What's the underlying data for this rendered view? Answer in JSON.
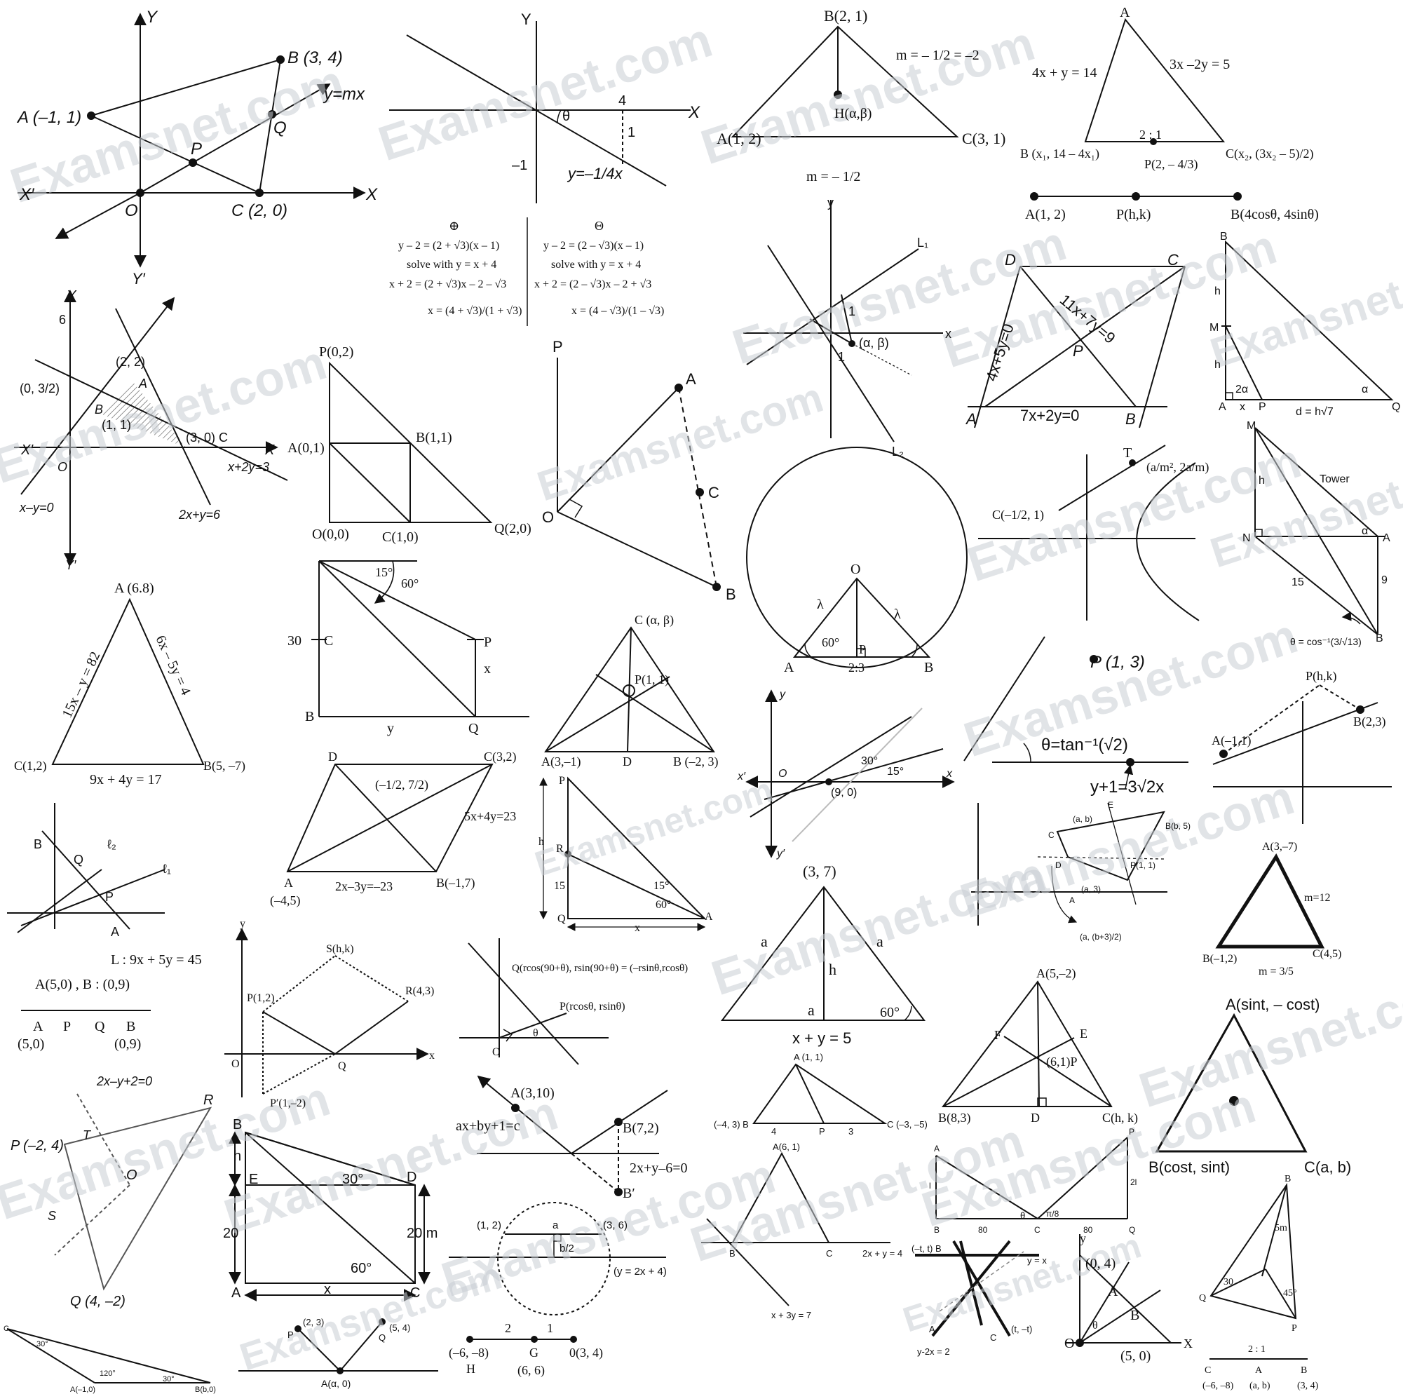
{
  "watermark": "Examsnet.com",
  "panels": {
    "p1": {
      "Y": "Y",
      "Yp": "Y′",
      "X": "X",
      "Xp": "X′",
      "A": "A (–1, 1)",
      "B": "B (3, 4)",
      "C": "C (2, 0)",
      "O": "O",
      "P": "P",
      "Q": "Q",
      "line": "y=mx"
    },
    "p2": {
      "Y": "Y",
      "X": "X",
      "theta": "θ",
      "four": "4",
      "one": "1",
      "mone": "–1",
      "line": "y=–1/4x"
    },
    "p3": {
      "plus": "⊕",
      "minus": "Θ",
      "left": [
        "y – 2 = (2 + √3)(x – 1)",
        "solve with y = x + 4",
        "x + 2 = (2 + √3)x – 2 – √3",
        "x = (4 + √3)/(1 + √3)"
      ],
      "right": [
        "y – 2 = (2 – √3)(x – 1)",
        "solve with y = x + 4",
        "x + 2 = (2 – √3)x – 2 + √3",
        "x = (4 – √3)/(1 – √3)"
      ]
    },
    "p4": {
      "B": "B(2, 1)",
      "m": "m = – 1/2 = –2",
      "H": "H(α,β)",
      "A": "A(1, 2)",
      "C": "C(3, 1)",
      "m2": "m = – 1/2"
    },
    "p5": {
      "A": "A",
      "eq1": "4x + y = 14",
      "eq2": "3x –2y = 5",
      "ratio": "2 : 1",
      "B": "B (x₁, 14 – 4x₁)",
      "P": "P(2, – 4/3)",
      "C": "C(x₂, (3x₂ – 5)/2)"
    },
    "p6": {
      "A": "A(1, 2)",
      "P": "P(h,k)",
      "B": "B(4cosθ, 4sinθ)"
    },
    "p7": {
      "Y": "Y",
      "six": "6",
      "p22": "(2, 2)",
      "A": "A",
      "p032": "(0, 3/2)",
      "B": "B",
      "p11": "(1, 1)",
      "p30": "(3, 0) C",
      "Xp": "X′",
      "X": "X",
      "O": "O",
      "l1": "x+2y=3",
      "l2": "x–y=0",
      "l3": "2x+y=6",
      "Yp": "Y′"
    },
    "p8": {
      "P": "P(0,2)",
      "A": "A(0,1)",
      "B": "B(1,1)",
      "O": "O(0,0)",
      "C": "C(1,0)",
      "Q": "Q(2,0)"
    },
    "p9": {
      "P": "P",
      "A": "A",
      "C": "C",
      "O": "O",
      "B": "B"
    },
    "p10": {
      "y": "y",
      "x": "x",
      "L1": "L₁",
      "L2": "L₂",
      "one_a": "1",
      "one_b": "1",
      "pt": "(α, β)"
    },
    "p11": {
      "D": "D",
      "C": "C",
      "A": "A",
      "B": "B",
      "P": "P",
      "e1": "4x+5y=0",
      "e2": "11x+7y=9",
      "e3": "7x+2y=0"
    },
    "p12": {
      "B": "B",
      "h1": "h",
      "M": "M",
      "h2": "h",
      "a2": "2α",
      "A": "A",
      "x": "x",
      "P": "P",
      "d": "d = h√7",
      "alpha": "α",
      "Q": "Q"
    },
    "p13": {
      "O": "O",
      "l1": "λ",
      "l2": "λ",
      "ang": "60°",
      "A": "A",
      "P": "P",
      "B": "B",
      "ratio": "2:3"
    },
    "p14": {
      "T": "T",
      "pt": "(a/m², 2a/m)",
      "C": "C(–1/2, 1)"
    },
    "p15": {
      "M": "M",
      "h": "h",
      "tower": "Tower",
      "N": "N",
      "alpha": "α",
      "A": "A",
      "fifteen": "15",
      "nine": "9",
      "B": "B",
      "theta": "θ = cos⁻¹(3/√13)"
    },
    "p16": {
      "A": "A (6.8)",
      "e1": "15x – y = 82",
      "e2": "6x – 5y = 4",
      "C": "C(1,2)",
      "B": "B(5, –7)",
      "e3": "9x + 4y = 17"
    },
    "p17": {
      "t15": "15°",
      "t60": "60°",
      "n30": "30",
      "C": "C",
      "P": "P",
      "x": "x",
      "B": "B",
      "y": "y",
      "Q": "Q"
    },
    "p18": {
      "C": "C (α, β)",
      "P": "P(1, 1)",
      "A": "A(3,–1)",
      "D": "D",
      "B": "B (–2, 3)"
    },
    "p19": {
      "y": "y",
      "x": "x",
      "xp": "x′",
      "yp": "y′",
      "O": "O",
      "pt": "(9, 0)",
      "a30": "30°",
      "a15": "15°"
    },
    "p20": {
      "P": "P (1, 3)",
      "theta": "θ=tan⁻¹(√2)",
      "line": "y+1=3√2x"
    },
    "p21": {
      "P": "P(h,k)",
      "A": "A(–1,1)",
      "B": "B(2,3)"
    },
    "p22": {
      "D": "D",
      "C": "C(3,2)",
      "mid": "(–1/2, 7/2)",
      "e1": "5x+4y=23",
      "A": "A",
      "Aval": "(–4,5)",
      "e2": "2x–3y=–23",
      "B": "B(–1,7)"
    },
    "p23": {
      "P": "P",
      "h": "h",
      "R": "R",
      "n15": "15",
      "t15": "15°",
      "t60": "60°",
      "Q": "Q",
      "x": "x",
      "A": "A"
    },
    "p24": {
      "E": "E",
      "ab": "(a, b)",
      "B": "B(b, 5)",
      "C": "C",
      "D": "D",
      "P": "P(1, 1)",
      "a3": "(a, 3)",
      "A": "A",
      "pt": "(a, (b+3)/2)"
    },
    "p25": {
      "A": "A(3,–7)",
      "m": "m=12",
      "B": "B(–1,2)",
      "C": "C(4,5)",
      "m2": "m = 3/5"
    },
    "p26": {
      "B": "B",
      "Q": "Q",
      "l2": "ℓ₂",
      "l1": "ℓ₁",
      "P": "P",
      "A": "A",
      "L": "L : 9x + 5y = 45",
      "pts": "A(5,0) , B : (0,9)",
      "nA": "A",
      "nP": "P",
      "nQ": "Q",
      "nB": "B",
      "vA": "(5,0)",
      "vB": "(0,9)"
    },
    "p27": {
      "y": "y",
      "S": "S(h,k)",
      "P": "P(1,2)",
      "R": "R(4,3)",
      "O": "O",
      "Q": "Q",
      "x": "x",
      "Pp": "P′(1,–2)"
    },
    "p28": {
      "Q": "Q(rcos(90+θ), rsin(90+θ) = (–rsinθ,rcosθ)",
      "P": "P(rcosθ, rsinθ)",
      "O": "O",
      "theta": "θ"
    },
    "p29": {
      "pt": "(3, 7)",
      "a1": "a",
      "a2": "a",
      "h": "h",
      "a3": "a",
      "ang": "60°",
      "eq": "x + y = 5"
    },
    "p30": {
      "A": "A(5,–2)",
      "F": "F",
      "E": "E",
      "P": "(6,1)P",
      "B": "B(8,3)",
      "D": "D",
      "C": "C(h, k)"
    },
    "p31": {
      "A": "A(sint, – cost)",
      "B": "B(cost, sint)",
      "C": "C(a, b)"
    },
    "p32": {
      "eq1": "2x–y+2=0",
      "R": "R",
      "P": "P (–2, 4)",
      "T": "T",
      "O": "O",
      "S": "S",
      "Q": "Q (4, –2)"
    },
    "p33": {
      "B": "B",
      "h": "h",
      "E": "E",
      "a30": "30°",
      "D": "D",
      "n20": "20",
      "m20": "20 m",
      "a60": "60°",
      "A": "A",
      "x": "x",
      "C": "C"
    },
    "p34": {
      "A": "A(3,10)",
      "eq1": "ax+by+1=c",
      "B": "B(7,2)",
      "eq2": "2x+y–6=0",
      "Bp": "B′"
    },
    "p35": {
      "A": "A (1, 1)",
      "B": "(–4, 3) B",
      "four": "4",
      "P": "P",
      "three": "3",
      "C": "C (–3, –5)"
    },
    "p36": {
      "A": "A(6, 1)",
      "B": "B",
      "C": "C",
      "e1": "2x + y = 4",
      "e2": "x + 3y = 7"
    },
    "p37": {
      "A": "A",
      "l1": "l",
      "B": "B",
      "t": "θ",
      "C": "C",
      "pi8": "π/8",
      "n80a": "80",
      "n80b": "80",
      "l2": "2l",
      "P": "P",
      "Q": "Q"
    },
    "p38": {
      "p12": "(1, 2)",
      "a": "a",
      "p36": "(3, 6)",
      "b2": "b/2",
      "eq": "(y = 2x + 4)"
    },
    "p39": {
      "n2": "2",
      "n1": "1",
      "H": "H",
      "Hv": "(–6, –8)",
      "G": "G",
      "Gv": "(6, 6)",
      "O": "0(3, 4)"
    },
    "p40": {
      "C": "C",
      "a30": "30°",
      "a120": "120°",
      "a30b": "30°",
      "A": "A(–1,0)",
      "B": "B(b,0)"
    },
    "p41": {
      "P": "P",
      "Q": "Q",
      "p23": "(2, 3)",
      "p54": "(5, 4)",
      "A": "A(α, 0)"
    },
    "p42": {
      "tB": "(–t, t) B",
      "yx": "y = x",
      "A": "A",
      "C": "C",
      "Ct": "(t, –t)",
      "eq": "y-2x = 2"
    },
    "p43": {
      "y": "y",
      "p04": "(0, 4)",
      "A": "A",
      "B": "B",
      "O": "O",
      "theta": "θ",
      "p50": "(5, 0)",
      "X": "X"
    },
    "p44": {
      "B": "B",
      "m5": "5m",
      "Q": "Q",
      "n30": "30",
      "a45": "45°",
      "P": "P",
      "ratio": "2 : 1",
      "C": "C",
      "A": "A",
      "Bv": "B",
      "Cv": "(–6, –8)",
      "Av": "(a, b)",
      "Bv2": "(3, 4)"
    }
  }
}
